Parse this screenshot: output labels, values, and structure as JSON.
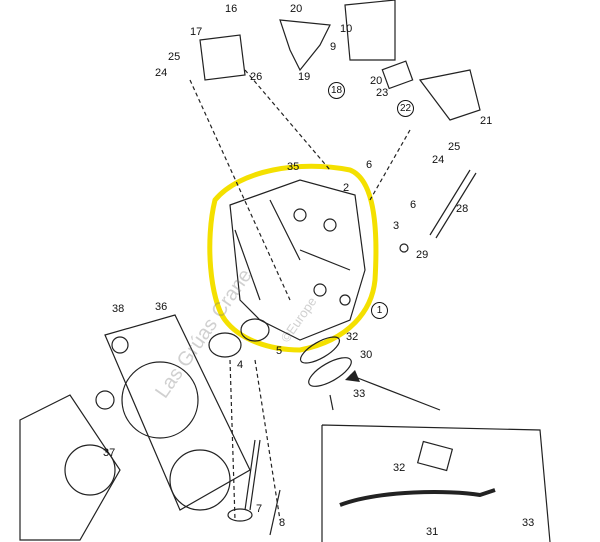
{
  "diagram": {
    "title": "Cylinder head exploded view",
    "highlight_color": "#f4e000",
    "labels": [
      {
        "id": "16",
        "text": "16"
      },
      {
        "id": "20a",
        "text": "20"
      },
      {
        "id": "17",
        "text": "17"
      },
      {
        "id": "10",
        "text": "10"
      },
      {
        "id": "9",
        "text": "9"
      },
      {
        "id": "20b",
        "text": "20"
      },
      {
        "id": "25a",
        "text": "25"
      },
      {
        "id": "24a",
        "text": "24"
      },
      {
        "id": "26",
        "text": "26"
      },
      {
        "id": "19",
        "text": "19"
      },
      {
        "id": "18",
        "text": "18"
      },
      {
        "id": "23",
        "text": "23"
      },
      {
        "id": "22",
        "text": "22"
      },
      {
        "id": "21",
        "text": "21"
      },
      {
        "id": "25b",
        "text": "25"
      },
      {
        "id": "24b",
        "text": "24"
      },
      {
        "id": "35",
        "text": "35"
      },
      {
        "id": "6a",
        "text": "6"
      },
      {
        "id": "2",
        "text": "2"
      },
      {
        "id": "6b",
        "text": "6"
      },
      {
        "id": "28",
        "text": "28"
      },
      {
        "id": "3",
        "text": "3"
      },
      {
        "id": "29",
        "text": "29"
      },
      {
        "id": "1",
        "text": "1"
      },
      {
        "id": "38",
        "text": "38"
      },
      {
        "id": "36",
        "text": "36"
      },
      {
        "id": "32a",
        "text": "32"
      },
      {
        "id": "30",
        "text": "30"
      },
      {
        "id": "4",
        "text": "4"
      },
      {
        "id": "5",
        "text": "5"
      },
      {
        "id": "33a",
        "text": "33"
      },
      {
        "id": "37",
        "text": "37"
      },
      {
        "id": "32b",
        "text": "32"
      },
      {
        "id": "7",
        "text": "7"
      },
      {
        "id": "8",
        "text": "8"
      },
      {
        "id": "31",
        "text": "31"
      },
      {
        "id": "33b",
        "text": "33"
      }
    ],
    "watermark": [
      "Las Grúas Crane",
      "©Europe"
    ]
  }
}
